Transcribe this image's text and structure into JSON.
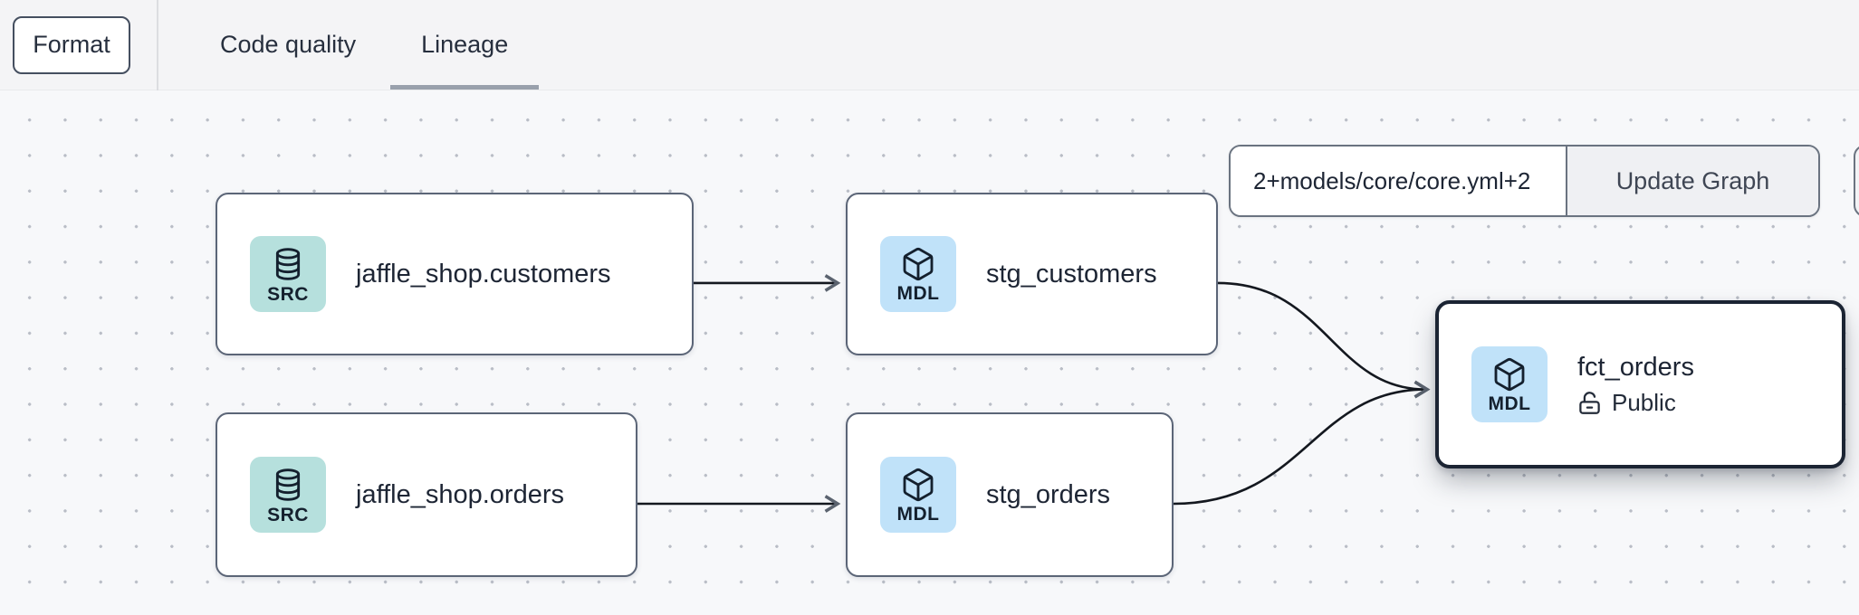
{
  "toolbar": {
    "format_label": "Format",
    "tabs": [
      {
        "label": "Code quality",
        "active": false
      },
      {
        "label": "Lineage",
        "active": true
      }
    ]
  },
  "controls": {
    "selector_value": "2+models/core/core.yml+2",
    "update_button_label": "Update Graph"
  },
  "graph": {
    "nodes": [
      {
        "id": "jaffle_shop.customers",
        "label": "jaffle_shop.customers",
        "badge": "SRC",
        "kind": "source",
        "selected": false
      },
      {
        "id": "stg_customers",
        "label": "stg_customers",
        "badge": "MDL",
        "kind": "model",
        "selected": false
      },
      {
        "id": "jaffle_shop.orders",
        "label": "jaffle_shop.orders",
        "badge": "SRC",
        "kind": "source",
        "selected": false
      },
      {
        "id": "stg_orders",
        "label": "stg_orders",
        "badge": "MDL",
        "kind": "model",
        "selected": false
      },
      {
        "id": "fct_orders",
        "label": "fct_orders",
        "badge": "MDL",
        "kind": "model",
        "access": "Public",
        "selected": true
      }
    ],
    "edges": [
      {
        "source": "jaffle_shop.customers",
        "target": "stg_customers"
      },
      {
        "source": "jaffle_shop.orders",
        "target": "stg_orders"
      },
      {
        "source": "stg_customers",
        "target": "fct_orders"
      },
      {
        "source": "stg_orders",
        "target": "fct_orders"
      }
    ]
  },
  "colors": {
    "topbar_bg": "#f4f4f6",
    "canvas_bg": "#f7f8fa",
    "dot": "#b9bdc6",
    "text_dark": "#1d2534",
    "tab_text": "#272f3e",
    "tab_underline": "#99a0ac",
    "node_border": "#5b6577",
    "selected_border": "#1b2433",
    "node_bg": "#ffffff",
    "src_badge_bg": "#b6e0dd",
    "mdl_badge_bg": "#c0e2f9",
    "badge_text": "#14202e",
    "edge": "#14181f",
    "arrow": "#5b636f",
    "control_border": "#6a7380",
    "button_bg": "#eff0f3",
    "button_text": "#3f4654"
  }
}
